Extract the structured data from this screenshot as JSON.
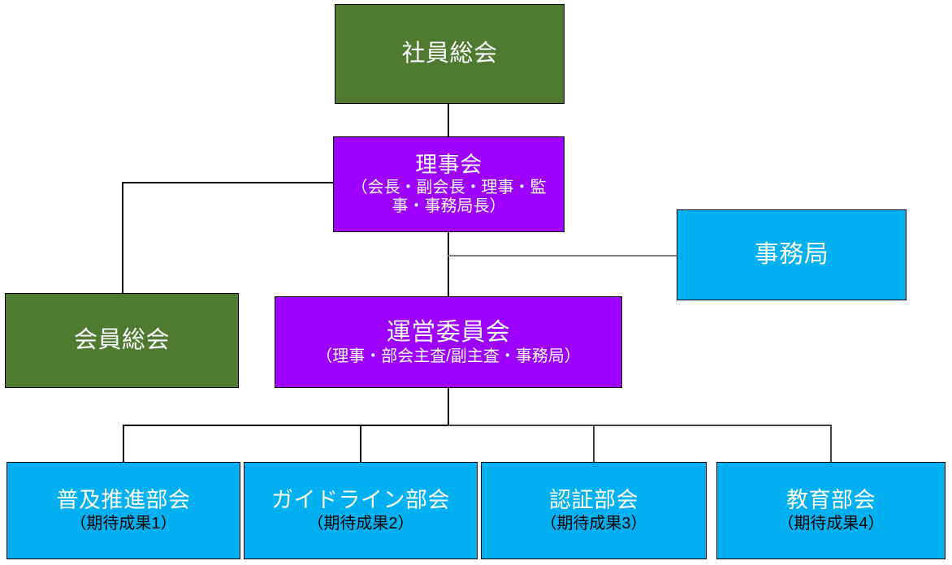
{
  "diagram": {
    "type": "organization-chart",
    "background": "#ffffff",
    "palette": {
      "green": "#4F7A30",
      "purple": "#9D00FF",
      "cyan": "#00B0F0",
      "line": "#000000",
      "line_gray": "#7f7f7f",
      "text_light": "#ffffff",
      "text_dark": "#000000"
    },
    "nodes": {
      "shain_soukai": {
        "title": "社員総会",
        "sub": ""
      },
      "rijikai": {
        "title": "理事会",
        "sub": "（会長・副会長・理事・監事・事務局長）"
      },
      "jimukyoku": {
        "title": "事務局",
        "sub": ""
      },
      "kaiin_soukai": {
        "title": "会員総会",
        "sub": ""
      },
      "unei_iinkai": {
        "title": "運営委員会",
        "sub": "（理事・部会主査/副主査・事務局）"
      },
      "fukyu_bukai": {
        "title": "普及推進部会",
        "sub": "（期待成果1）"
      },
      "guideline_bukai": {
        "title": "ガイドライン部会",
        "sub": "（期待成果2）"
      },
      "ninsho_bukai": {
        "title": "認証部会",
        "sub": "（期待成果3）"
      },
      "kyoiku_bukai": {
        "title": "教育部会",
        "sub": "（期待成果4）"
      }
    }
  }
}
